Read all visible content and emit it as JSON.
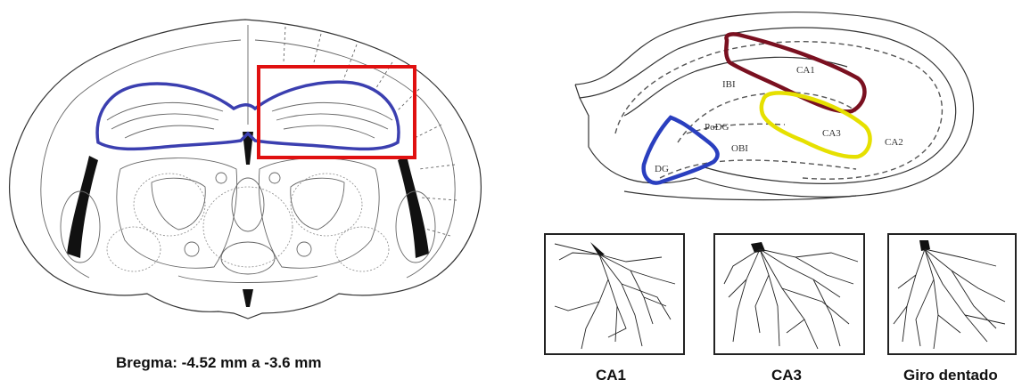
{
  "brain_section": {
    "caption": "Bregma: -4.52 mm a -3.6 mm"
  },
  "hippocampus_diagram": {
    "region_labels": {
      "ca1": "CA1",
      "ca3": "CA3",
      "ca2": "CA2",
      "dg": "DG",
      "podg": "PoDG",
      "ibi": "IBI",
      "obi": "OBI"
    },
    "colors": {
      "ca1_outline": "#7a1020",
      "ca3_outline": "#e6e000",
      "dg_outline": "#2a3fbf"
    }
  },
  "neuron_panels": [
    {
      "label": "CA1"
    },
    {
      "label": "CA3"
    },
    {
      "label": "Giro dentado"
    }
  ],
  "colors": {
    "hippocampus_outline": "#3b3fb0",
    "roi_box": "#e01010"
  }
}
